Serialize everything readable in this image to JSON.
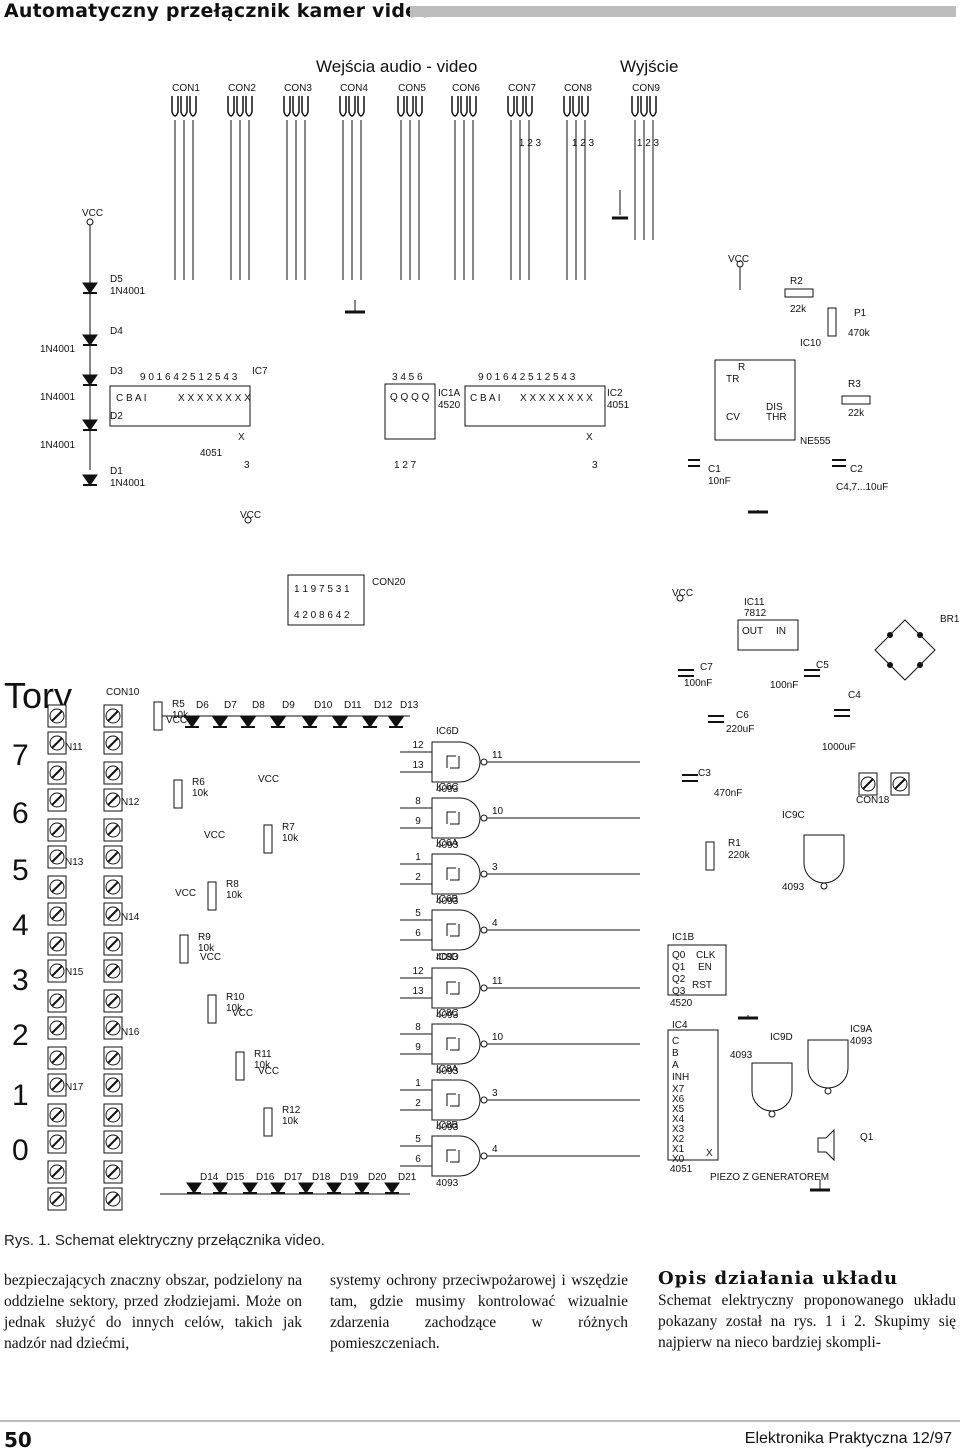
{
  "header": {
    "title": "Automatyczny przełącznik kamer video"
  },
  "schematic": {
    "title_inputs": "Wejścia audio - video",
    "title_output": "Wyjście",
    "input_connectors": [
      "CON1",
      "CON2",
      "CON3",
      "CON4",
      "CON5",
      "CON6",
      "CON7",
      "CON8"
    ],
    "output_connector": "CON9",
    "pin_labels": [
      "1 2 3",
      "1 2 3",
      "1 2 3"
    ],
    "vcc": "VCC",
    "diodes_left": [
      {
        "name": "D5",
        "part": "1N4001"
      },
      {
        "name": "D4",
        "part": ""
      },
      {
        "name": "D3",
        "part": ""
      },
      {
        "name": "D2",
        "part": ""
      },
      {
        "name": "D1",
        "part": "1N4001"
      }
    ],
    "left_parts": [
      "1N4001",
      "1N4001",
      "1N4001"
    ],
    "ic7": {
      "name": "IC7",
      "part": "4051"
    },
    "ic1a": {
      "name": "IC1A",
      "part": "4520"
    },
    "ic2": {
      "name": "IC2",
      "part": "4051"
    },
    "ic10": {
      "name": "IC10",
      "part": "NE555"
    },
    "timer_parts": [
      {
        "name": "R2",
        "value": "22k"
      },
      {
        "name": "P1",
        "value": "470k"
      },
      {
        "name": "R3",
        "value": "22k"
      },
      {
        "name": "C1",
        "value": "10nF"
      },
      {
        "name": "C2",
        "value": "C4,7...10uF"
      }
    ],
    "con20": "CON20",
    "ic11": {
      "name": "IC11",
      "part": "7812"
    },
    "br1": "BR1",
    "supply_caps": [
      {
        "name": "C7",
        "value": "100nF"
      },
      {
        "name": "C6",
        "value": "220uF"
      },
      {
        "name": "C5",
        "value": "100nF"
      },
      {
        "name": "C4",
        "value": "1000uF"
      },
      {
        "name": "C3",
        "value": "470nF"
      }
    ],
    "tory_label": "Tory",
    "track_numbers": [
      "7",
      "6",
      "5",
      "4",
      "3",
      "2",
      "1",
      "0"
    ],
    "track_connectors": [
      "CON10",
      "CON11",
      "CON12",
      "CON13",
      "CON14",
      "CON15",
      "CON16",
      "CON17"
    ],
    "con18": "CON18",
    "diodes_top": [
      "D6",
      "D7",
      "D8",
      "D9",
      "D10",
      "D11",
      "D12",
      "D13"
    ],
    "diodes_bottom": [
      "D14",
      "D15",
      "D16",
      "D17",
      "D18",
      "D19",
      "D20",
      "D21"
    ],
    "resistors": [
      {
        "name": "R5",
        "value": "10k"
      },
      {
        "name": "R6",
        "value": "10k"
      },
      {
        "name": "R7",
        "value": "10k"
      },
      {
        "name": "R8",
        "value": "10k"
      },
      {
        "name": "R9",
        "value": "10k"
      },
      {
        "name": "R10",
        "value": "10k"
      },
      {
        "name": "R11",
        "value": "10k"
      },
      {
        "name": "R12",
        "value": "10k"
      },
      {
        "name": "R1",
        "value": "220k"
      }
    ],
    "gates": [
      {
        "name": "IC6D",
        "part": "4093"
      },
      {
        "name": "IC6C",
        "part": "4093"
      },
      {
        "name": "IC6A",
        "part": "4093"
      },
      {
        "name": "IC6B",
        "part": "4093"
      },
      {
        "name": "IC8D",
        "part": "4093"
      },
      {
        "name": "IC8C",
        "part": "4093"
      },
      {
        "name": "IC8A",
        "part": "4093"
      },
      {
        "name": "IC8B",
        "part": "4093"
      }
    ],
    "ic1b": {
      "name": "IC1B",
      "part": "4520"
    },
    "ic4": {
      "name": "IC4",
      "part": "4051"
    },
    "ic9c": {
      "name": "IC9C",
      "part": "4093"
    },
    "ic9d": {
      "name": "IC9D",
      "part": "4093"
    },
    "ic9a": {
      "name": "IC9A",
      "part": "4093"
    },
    "q1": "Q1",
    "piezo": "PIEZO Z GENERATOREM"
  },
  "caption": "Rys. 1. Schemat elektryczny przełącznika video.",
  "body": {
    "col1": "bezpieczających znaczny obszar, podzielony na oddzielne sektory, przed złodziejami. Może on jednak służyć do innych celów, takich jak nadzór nad dziećmi,",
    "col2": "systemy ochrony przeciwpożarowej i wszędzie tam, gdzie musimy kontrolować wizualnie zdarzenia zachodzące w różnych pomieszczeniach.",
    "col3_heading": "Opis działania układu",
    "col3": "Schemat elektryczny proponowanego układu pokazany został na rys. 1 i 2. Skupimy się najpierw na nieco bardziej skompli-"
  },
  "footer": {
    "page": "50",
    "magazine": "Elektronika Praktyczna 12/97"
  }
}
